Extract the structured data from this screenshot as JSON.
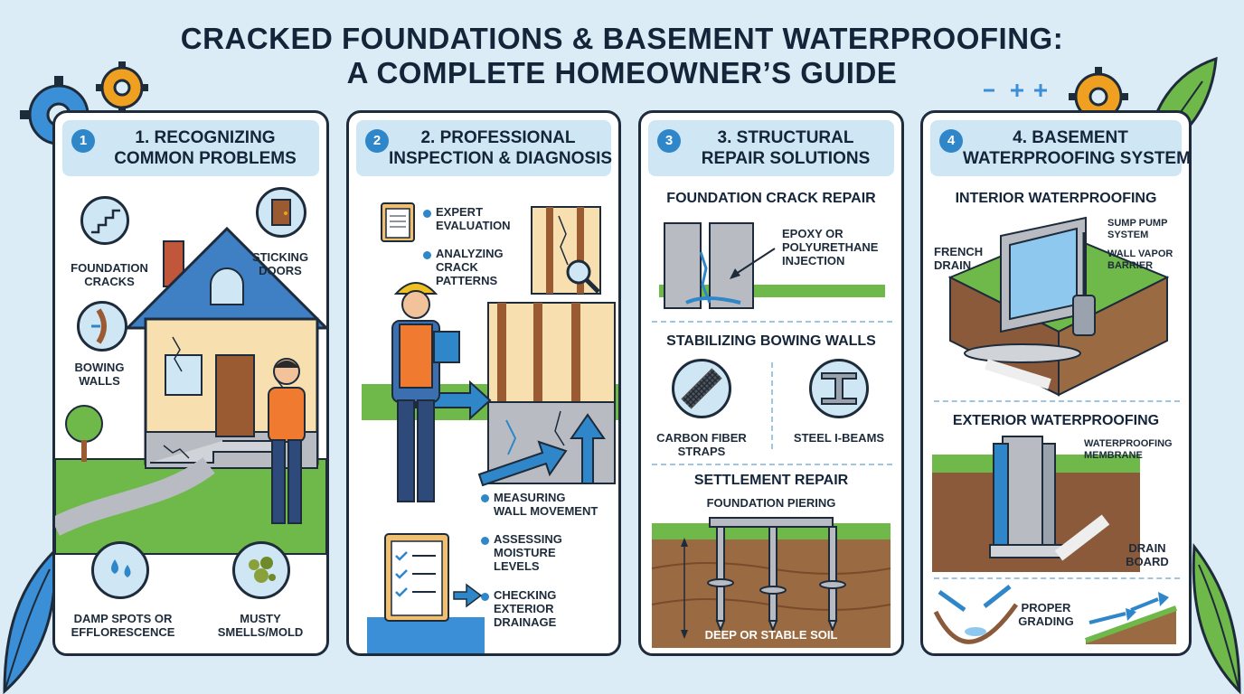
{
  "title": {
    "line1": "CRACKED FOUNDATIONS & BASEMENT WATERPROOFING:",
    "line2": "A COMPLETE HOMEOWNER’S GUIDE"
  },
  "colors": {
    "background": "#dcecf6",
    "accent_blue": "#2f86c8",
    "header_fill": "#cfe7f5",
    "outline": "#1d2b3a",
    "grass": "#6fb84a",
    "soil": "#8a5a3a",
    "gear_blue": "#3b8fd6",
    "gear_orange": "#f0a020"
  },
  "panels": [
    {
      "number": "1",
      "title_line1": "1. RECOGNIZING",
      "title_line2": "COMMON PROBLEMS",
      "labels": {
        "foundation_cracks": [
          "FOUNDATION",
          "CRACKS"
        ],
        "sticking_doors": [
          "STICKING",
          "DOORS"
        ],
        "bowing_walls": [
          "BOWING",
          "WALLS"
        ],
        "damp_spots": [
          "DAMP SPOTS OR",
          "EFFLORESCENCE"
        ],
        "musty_smells": [
          "MUSTY",
          "SMELLS/MOLD"
        ]
      },
      "icons": [
        "stairs-crack-icon",
        "door-icon",
        "wall-bow-icon",
        "water-drops-icon",
        "mold-icon",
        "house-icon",
        "homeowner-icon"
      ]
    },
    {
      "number": "2",
      "title_line1": "2. PROFESSIONAL",
      "title_line2": "INSPECTION & DIAGNOSIS",
      "bullets": [
        [
          "EXPERT",
          "EVALUATION"
        ],
        [
          "ANALYZING",
          "CRACK",
          "PATTERNS"
        ],
        [
          "MEASURING",
          "WALL MOVEMENT"
        ],
        [
          "ASSESSING",
          "MOISTURE",
          "LEVELS"
        ],
        [
          "CHECKING",
          "EXTERIOR",
          "DRAINAGE"
        ]
      ],
      "icons": [
        "clipboard-icon",
        "magnifier-icon",
        "inspector-icon",
        "checklist-icon",
        "arrow-icon"
      ]
    },
    {
      "number": "3",
      "title_line1": "3. STRUCTURAL",
      "title_line2": "REPAIR SOLUTIONS",
      "sections": {
        "crack_repair": "FOUNDATION CRACK REPAIR",
        "injection": [
          "EPOXY OR",
          "POLYURETHANE",
          "INJECTION"
        ],
        "bowing": "STABILIZING BOWING WALLS",
        "carbon": [
          "CARBON FIBER",
          "STRAPS"
        ],
        "steel": "STEEL I-BEAMS",
        "settlement": "SETTLEMENT REPAIR",
        "piering": "FOUNDATION PIERING",
        "soil": "DEEP OR STABLE SOIL"
      },
      "icons": [
        "injection-icon",
        "carbon-strap-icon",
        "i-beam-icon",
        "helical-pier-icon"
      ]
    },
    {
      "number": "4",
      "title_line1": "4. BASEMENT",
      "title_line2": "WATERPROOFING SYSTEMS",
      "sections": {
        "interior": "INTERIOR WATERPROOFING",
        "sump": [
          "SUMP PUMP",
          "SYSTEM"
        ],
        "french": [
          "FRENCH",
          "DRAIN"
        ],
        "vapor": [
          "WALL VAPOR",
          "BARRIER"
        ],
        "exterior": "EXTERIOR WATERPROOFING",
        "membrane": [
          "WATERPROOFING",
          "MEMBRANE"
        ],
        "drainboard": [
          "DRAIN",
          "BOARD"
        ],
        "grading": [
          "PROPER",
          "GRADING"
        ]
      },
      "icons": [
        "interior-cutaway-icon",
        "exterior-cutaway-icon",
        "grading-arrow-icon"
      ]
    }
  ]
}
